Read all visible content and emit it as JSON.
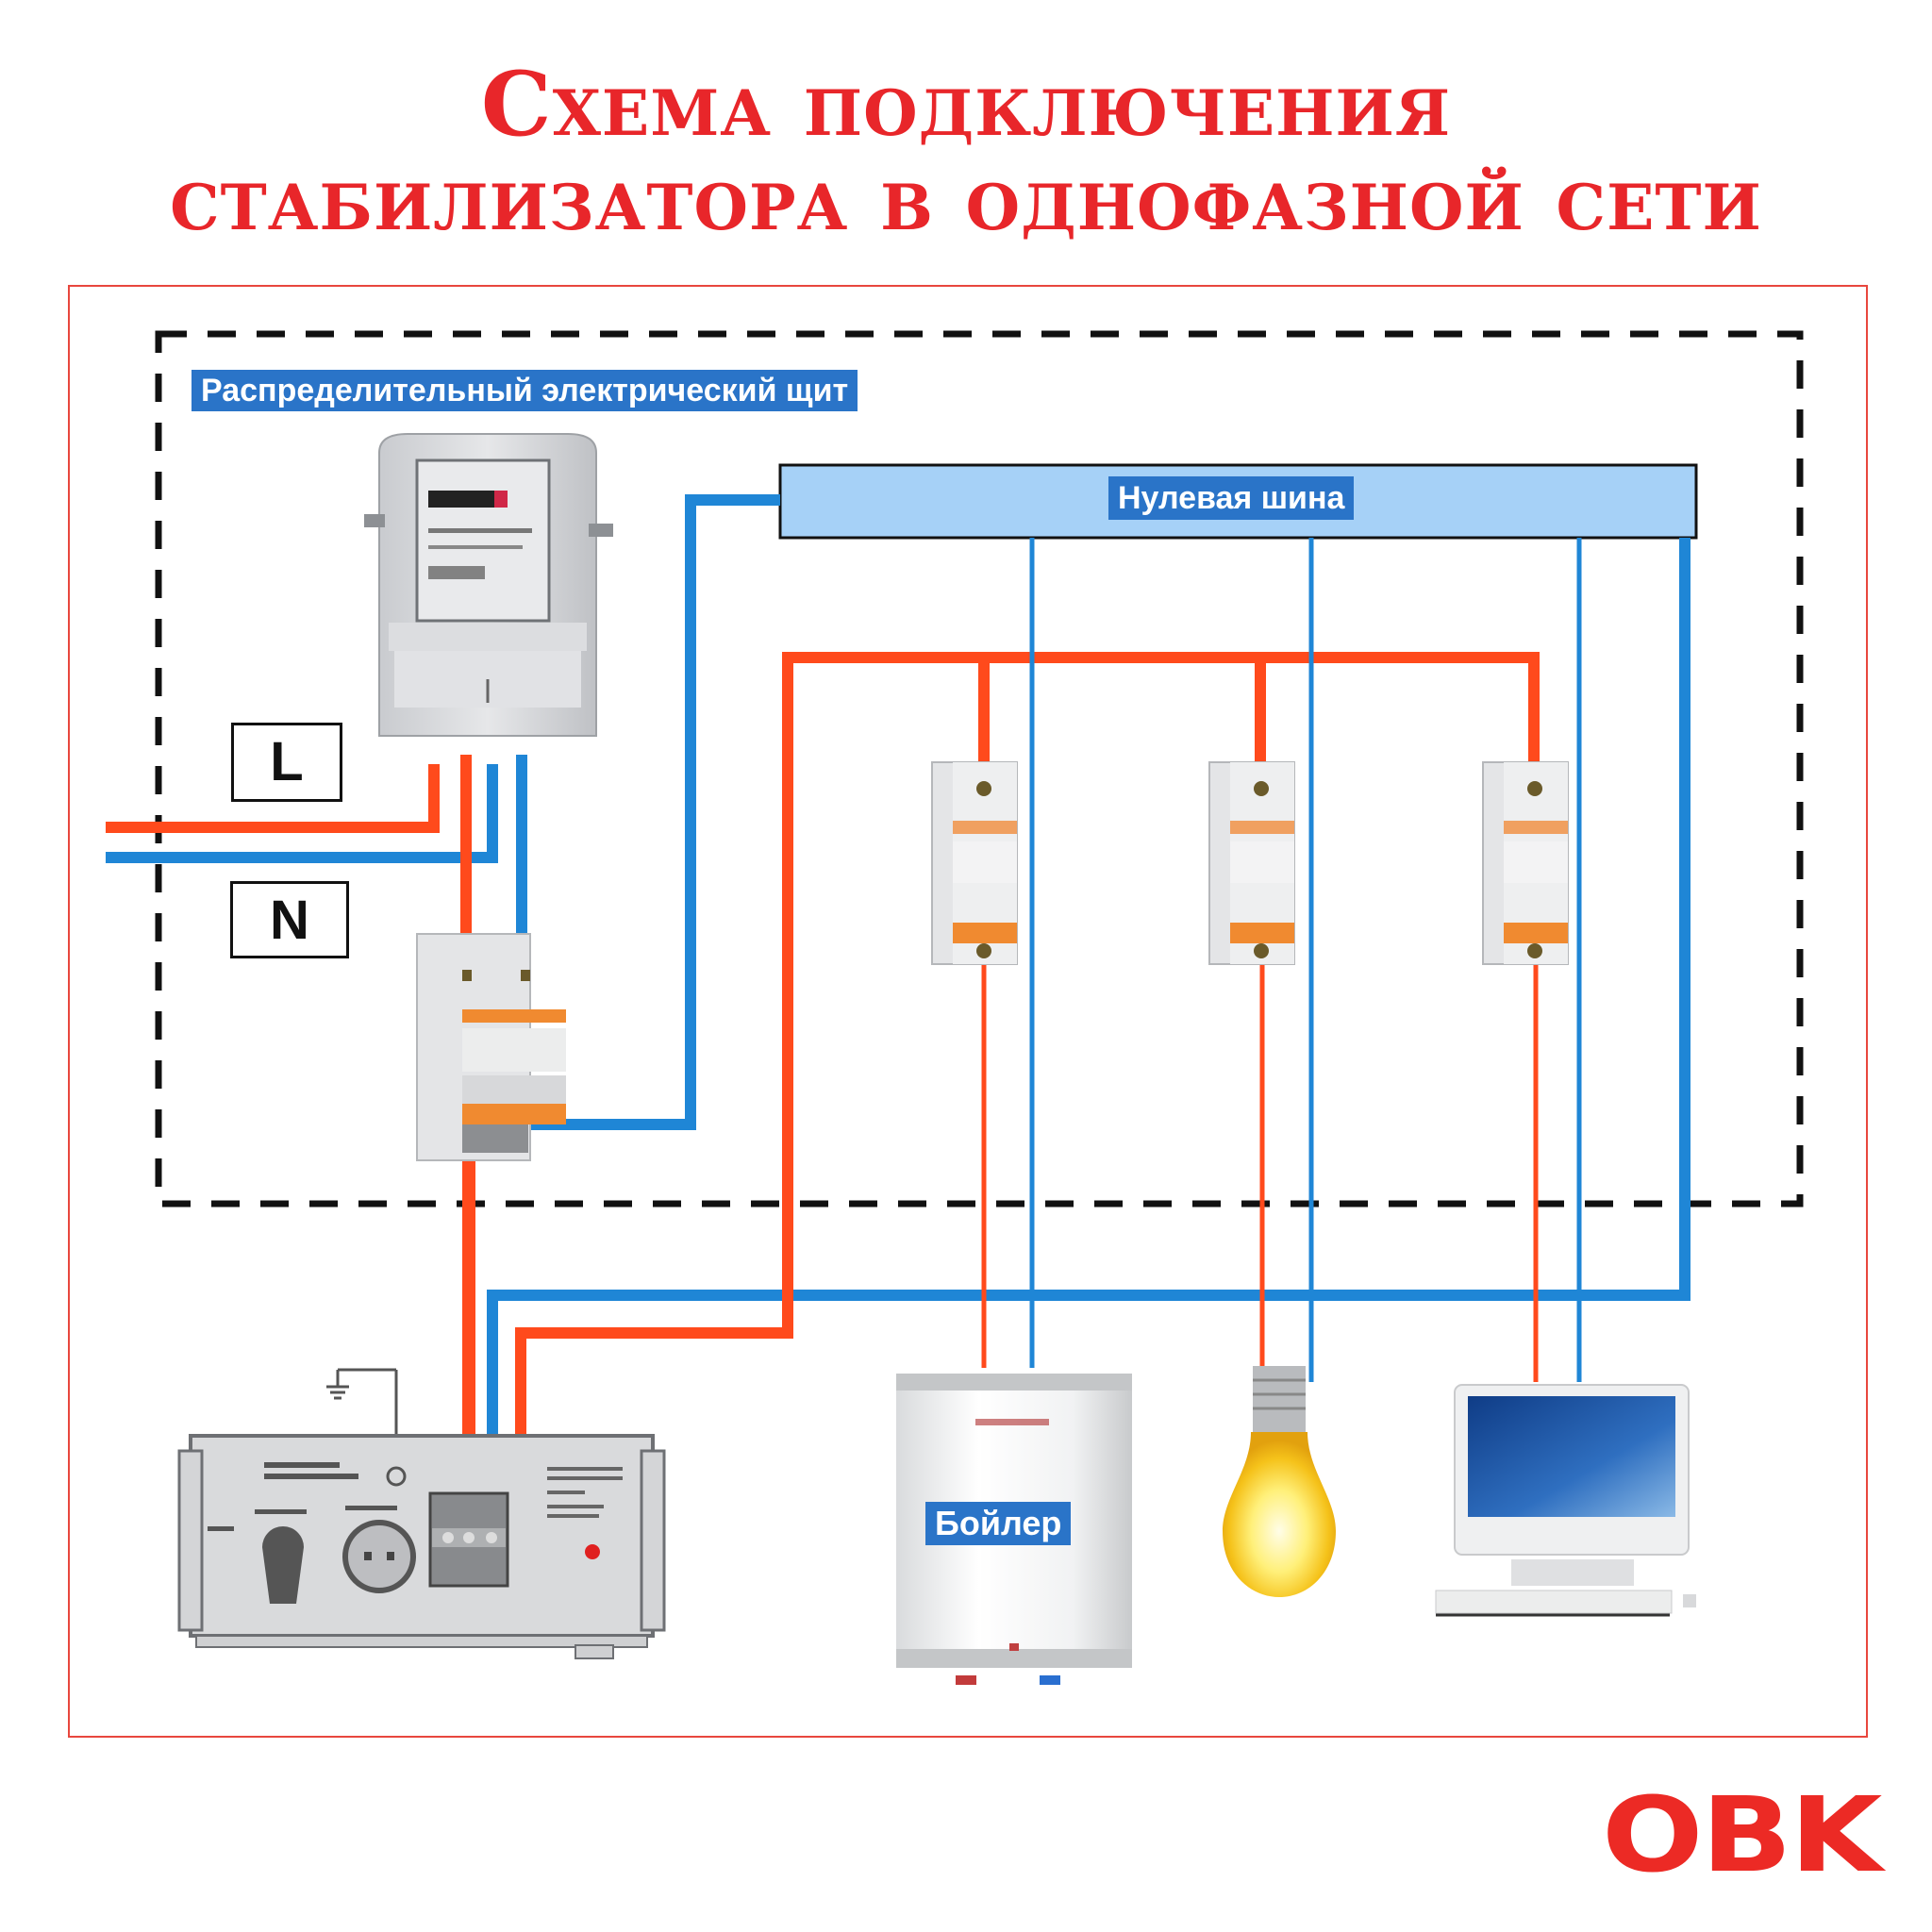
{
  "title": {
    "line1": "Схема подключения",
    "line2": "стабилизатора в однофазной сети"
  },
  "labels": {
    "panel": "Распределительный электрический щит",
    "neutral_bus": "Нулевая шина",
    "phase_letter": "L",
    "neutral_letter": "N",
    "boiler": "Бойлер"
  },
  "devices": [
    {
      "name": "electricity-meter"
    },
    {
      "name": "double-pole-breaker"
    },
    {
      "name": "breaker-1"
    },
    {
      "name": "breaker-2"
    },
    {
      "name": "breaker-3"
    },
    {
      "name": "voltage-stabilizer"
    },
    {
      "name": "boiler"
    },
    {
      "name": "light-bulb"
    },
    {
      "name": "desktop-computer"
    }
  ],
  "colors": {
    "title": "#e8262a",
    "phase_wire": "#ff4a1c",
    "neutral_wire": "#1f86d6",
    "label_bg": "#2a74c8",
    "bus_fill": "#a6d1f7",
    "frame": "#e8473e"
  },
  "logo": "OBK"
}
